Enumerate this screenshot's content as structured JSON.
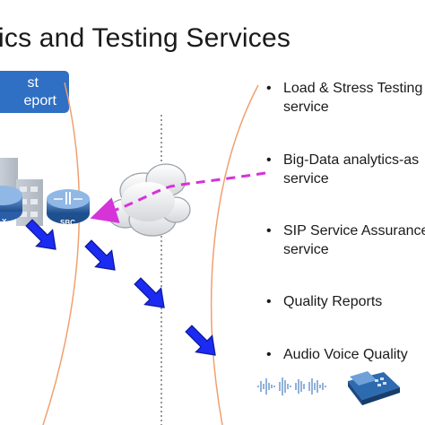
{
  "header": {
    "title": "ics and Testing Services"
  },
  "report_box": {
    "line1": "st",
    "line2": "eport"
  },
  "devices": {
    "sbc_label": "SBC",
    "left_label": "X"
  },
  "bullet_char": "•",
  "services": [
    {
      "line1": "Load & Stress Testing",
      "line2": "service"
    },
    {
      "line1": "Big-Data analytics-as",
      "line2": "service"
    },
    {
      "line1": "SIP Service Assurance",
      "line2": "service"
    },
    {
      "line1": "Quality Reports",
      "line2": ""
    },
    {
      "line1": "Audio Voice Quality",
      "line2": ""
    }
  ],
  "colors": {
    "accent_blue": "#2f6fc4",
    "arrow_blue": "#1b2bf2",
    "flow_magenta": "#d633d9",
    "boundary_orange": "#f0a070"
  }
}
